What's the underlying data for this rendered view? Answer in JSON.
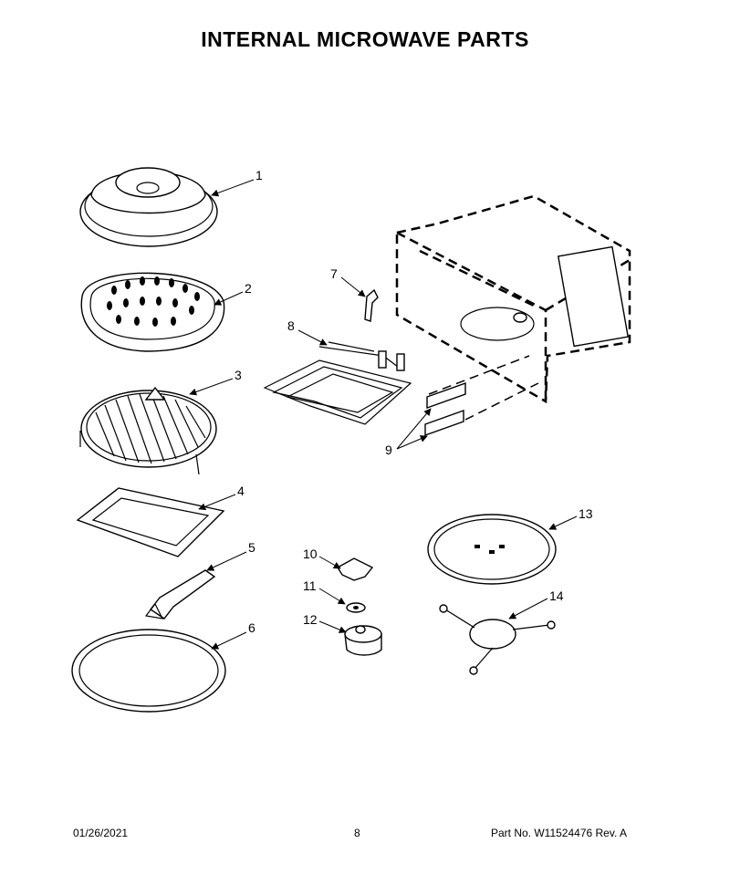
{
  "title": "INTERNAL MICROWAVE PARTS",
  "callouts": [
    "1",
    "2",
    "3",
    "4",
    "5",
    "6",
    "7",
    "8",
    "9",
    "10",
    "11",
    "12",
    "13",
    "14"
  ],
  "footer": {
    "date": "01/26/2021",
    "page": "8",
    "part_number": "Part No.  W11524476  Rev.  A"
  }
}
